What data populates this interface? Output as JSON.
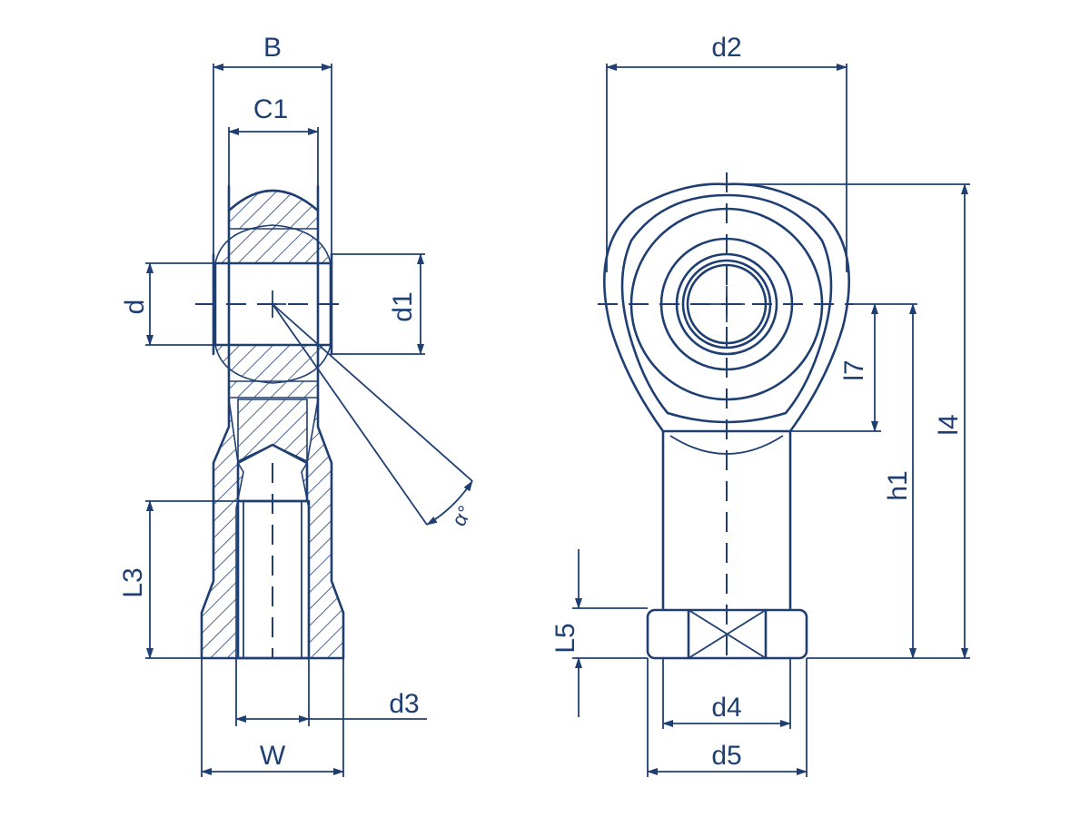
{
  "colors": {
    "line": "#1f3f73",
    "background": "#ffffff"
  },
  "labels": {
    "B": "B",
    "C1": "C1",
    "d": "d",
    "d1": "d1",
    "alpha": "α°",
    "L3": "L3",
    "d3": "d3",
    "W": "W",
    "d2": "d2",
    "l7": "l7",
    "h1": "h1",
    "l4": "l4",
    "L5": "L5",
    "d4": "d4",
    "d5": "d5"
  }
}
